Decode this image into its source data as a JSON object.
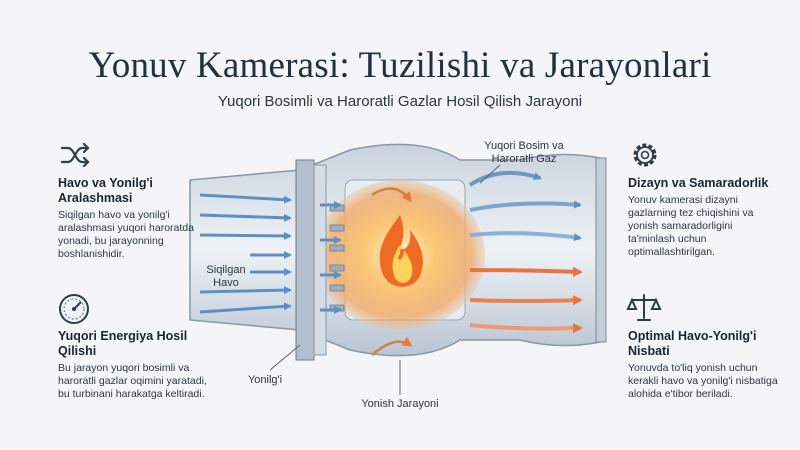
{
  "title": "Yonuv Kamerasi: Tuzilishi va Jarayonlari",
  "subtitle": "Yuqori Bosimli va Haroratli Gazlar Hosil Qilish Jarayoni",
  "left": [
    {
      "icon": "shuffle-arrows-icon",
      "heading": "Havo va Yonilg'i Aralashmasi",
      "text": "Siqilgan havo va yonilg'i aralashmasi yuqori haroratda yonadi, bu jarayonning boshlanishidir."
    },
    {
      "icon": "pressure-gauge-icon",
      "heading": "Yuqori Energiya Hosil Qilishi",
      "text": "Bu jarayon yuqori bosimli va haroratli gazlar oqimini yaratadi, bu turbinani harakatga keltiradi."
    }
  ],
  "right": [
    {
      "icon": "gear-icon",
      "heading": "Dizayn va Samaradorlik",
      "text": "Yonuv kamerasi dizayni gazlarning tez chiqishini va yonish samaradorligini ta'minlash uchun optimallashtirilgan."
    },
    {
      "icon": "balance-scale-icon",
      "heading": "Optimal Havo-Yonilg'i Nisbati",
      "text": "Yonuvda to'liq yonish uchun kerakli havo va yonilg'i nisbatiga alohida e'tibor beriladi."
    }
  ],
  "diagram_labels": {
    "air": "Siqilgan Havo",
    "fuel": "Yonilg'i",
    "combustion": "Yonish Jarayoni",
    "gas": "Yuqori Bosim va Haroratli Gaz"
  }
}
